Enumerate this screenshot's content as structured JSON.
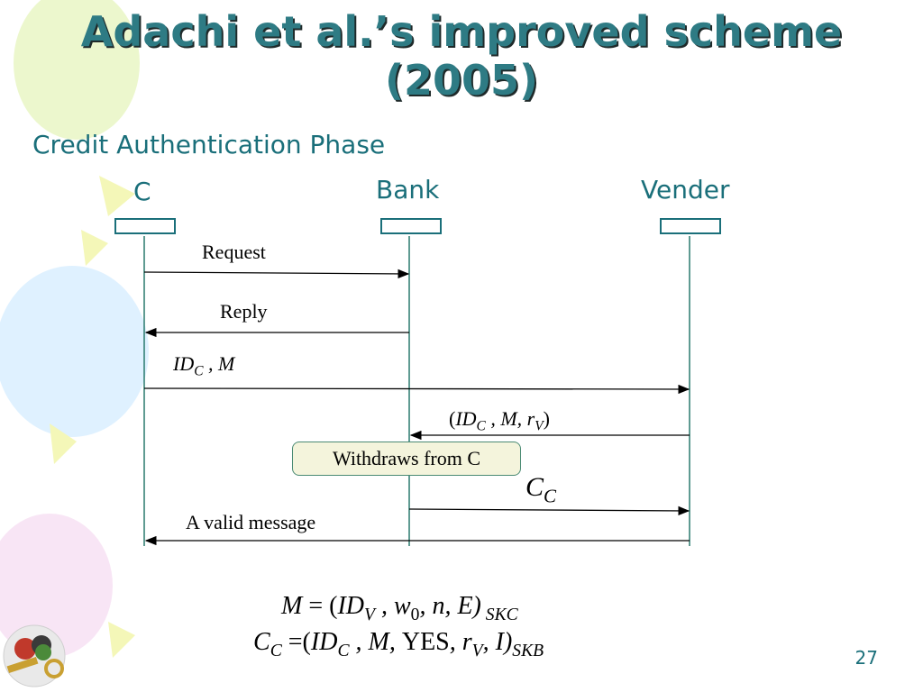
{
  "slide": {
    "title_line1": "Adachi et al.’s improved scheme",
    "title_line2": "(2005)",
    "subtitle": "Credit Authentication Phase",
    "page_number": "27"
  },
  "parties": [
    {
      "label": "C"
    },
    {
      "label": "Bank"
    },
    {
      "label": "Vender"
    }
  ],
  "messages": {
    "request": "Request",
    "reply": "Reply",
    "idc_m": {
      "id": "ID",
      "sub": "C",
      "rest": " , M"
    },
    "idc_m_rv": {
      "open": "(",
      "id": "ID",
      "sub": "C",
      "mid": " , M, r",
      "sub2": "V",
      "close": ")"
    },
    "withdraw": "Withdraws from C",
    "cc": {
      "main": "C",
      "sub": "C"
    },
    "valid": "A valid message"
  },
  "formulas": {
    "m_eq": {
      "lhs": "M",
      "eq": " = (",
      "id": "ID",
      "sub": "V",
      "rest": " , w",
      "sub2": "0",
      "rest2": ", n, E)",
      "tail": " SKC"
    },
    "cc_eq": {
      "lhs": "C",
      "lhs_sub": "C",
      "eq": " =(",
      "id": "ID",
      "sub": "C",
      "rest": " , M, ",
      "yes": "YES",
      "rest2": ", r",
      "sub2": "V",
      "rest3": ", I)",
      "tail": "SKB"
    }
  },
  "colors": {
    "title": "#2e7b84",
    "teal": "#1a6f7a",
    "lifeline": "#2a7a6e",
    "box_fill": "#f4f4dc"
  }
}
